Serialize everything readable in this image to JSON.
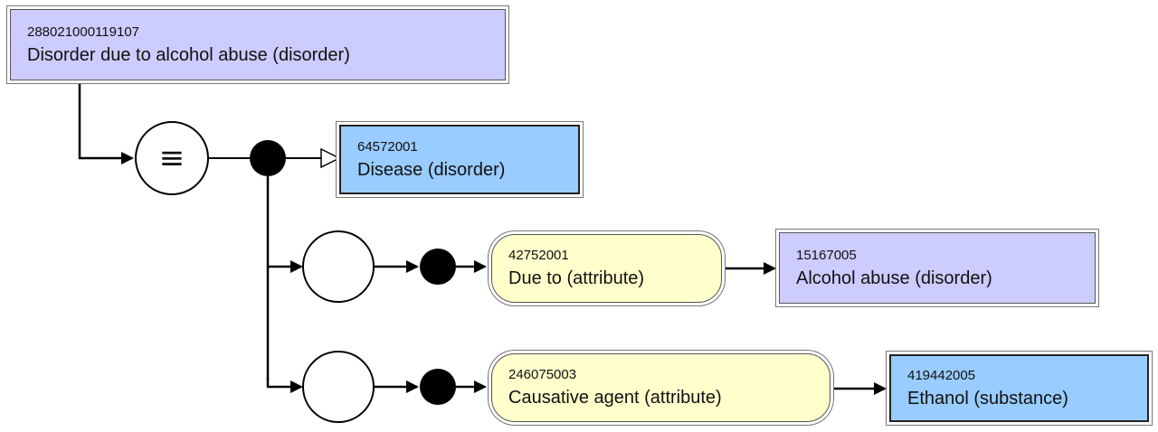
{
  "colors": {
    "defined_concept": "#CCCCFF",
    "primitive_concept": "#99CCFF",
    "attribute": "#FFFFCC",
    "line": "#000000"
  },
  "symbols": {
    "equivalent": "≡"
  },
  "nodes": {
    "focus": {
      "sctid": "288021000119107",
      "term": "Disorder due to alcohol abuse (disorder)"
    },
    "parent": {
      "sctid": "64572001",
      "term": "Disease (disorder)"
    },
    "attr1": {
      "sctid": "42752001",
      "term": "Due to (attribute)"
    },
    "value1": {
      "sctid": "15167005",
      "term": "Alcohol abuse (disorder)"
    },
    "attr2": {
      "sctid": "246075003",
      "term": "Causative agent (attribute)"
    },
    "value2": {
      "sctid": "419442005",
      "term": "Ethanol (substance)"
    }
  }
}
